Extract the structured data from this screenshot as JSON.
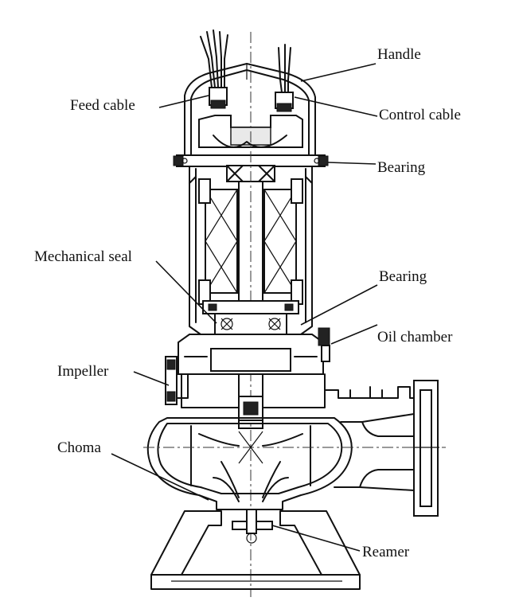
{
  "labels": {
    "handle": "Handle",
    "feed_cable": "Feed cable",
    "control_cable": "Control cable",
    "bearing_top": "Bearing",
    "mechanical_seal": "Mechanical seal",
    "bearing_bottom": "Bearing",
    "oil_chamber": "Oil chamber",
    "impeller": "Impeller",
    "choma": "Choma",
    "reamer": "Reamer"
  }
}
